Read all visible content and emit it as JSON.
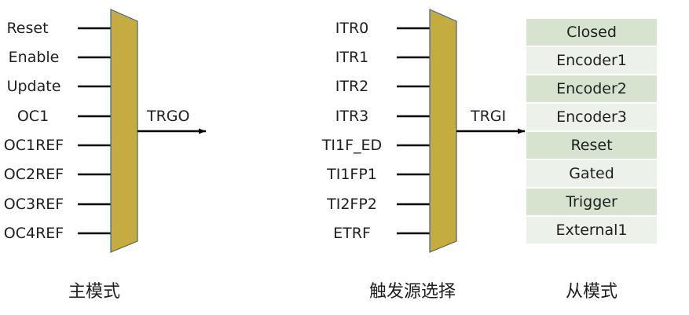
{
  "master": {
    "inputs": [
      "Reset",
      "Enable",
      "Update",
      "OC1",
      "OC1REF",
      "OC2REF",
      "OC3REF",
      "OC4REF"
    ],
    "output_label": "TRGO",
    "caption": "主模式"
  },
  "trigger_select": {
    "inputs": [
      "ITR0",
      "ITR1",
      "ITR2",
      "ITR3",
      "TI1F_ED",
      "TI1FP1",
      "TI2FP2",
      "ETRF"
    ],
    "output_label": "TRGI",
    "caption": "触发源选择"
  },
  "slave": {
    "modes": [
      "Closed",
      "Encoder1",
      "Encoder2",
      "Encoder3",
      "Reset",
      "Gated",
      "Trigger",
      "External1"
    ],
    "caption": "从模式"
  },
  "colors": {
    "mux_fill": "#c4ac3e",
    "mux_stroke": "#4a6280",
    "line": "#000000",
    "cell_dark": "#d6e3cf",
    "cell_light": "#ecf1ea"
  }
}
